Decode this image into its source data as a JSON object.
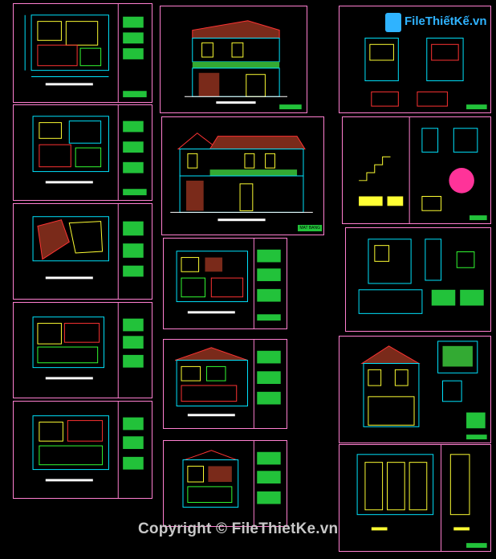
{
  "watermark": {
    "text": "Copyright © FileThietKe.vn"
  },
  "logo": {
    "text": "FileThiếtKế.vn",
    "icon": "logo-icon"
  },
  "stamp": {
    "text": "MAT BANG"
  },
  "colors": {
    "frame": "#ff7fd0",
    "line_cyan": "#00e5ff",
    "line_yellow": "#ffff33",
    "line_red": "#ff3333",
    "line_green": "#33ff33",
    "roof_brown": "#7a2a1a",
    "background": "#000000"
  }
}
